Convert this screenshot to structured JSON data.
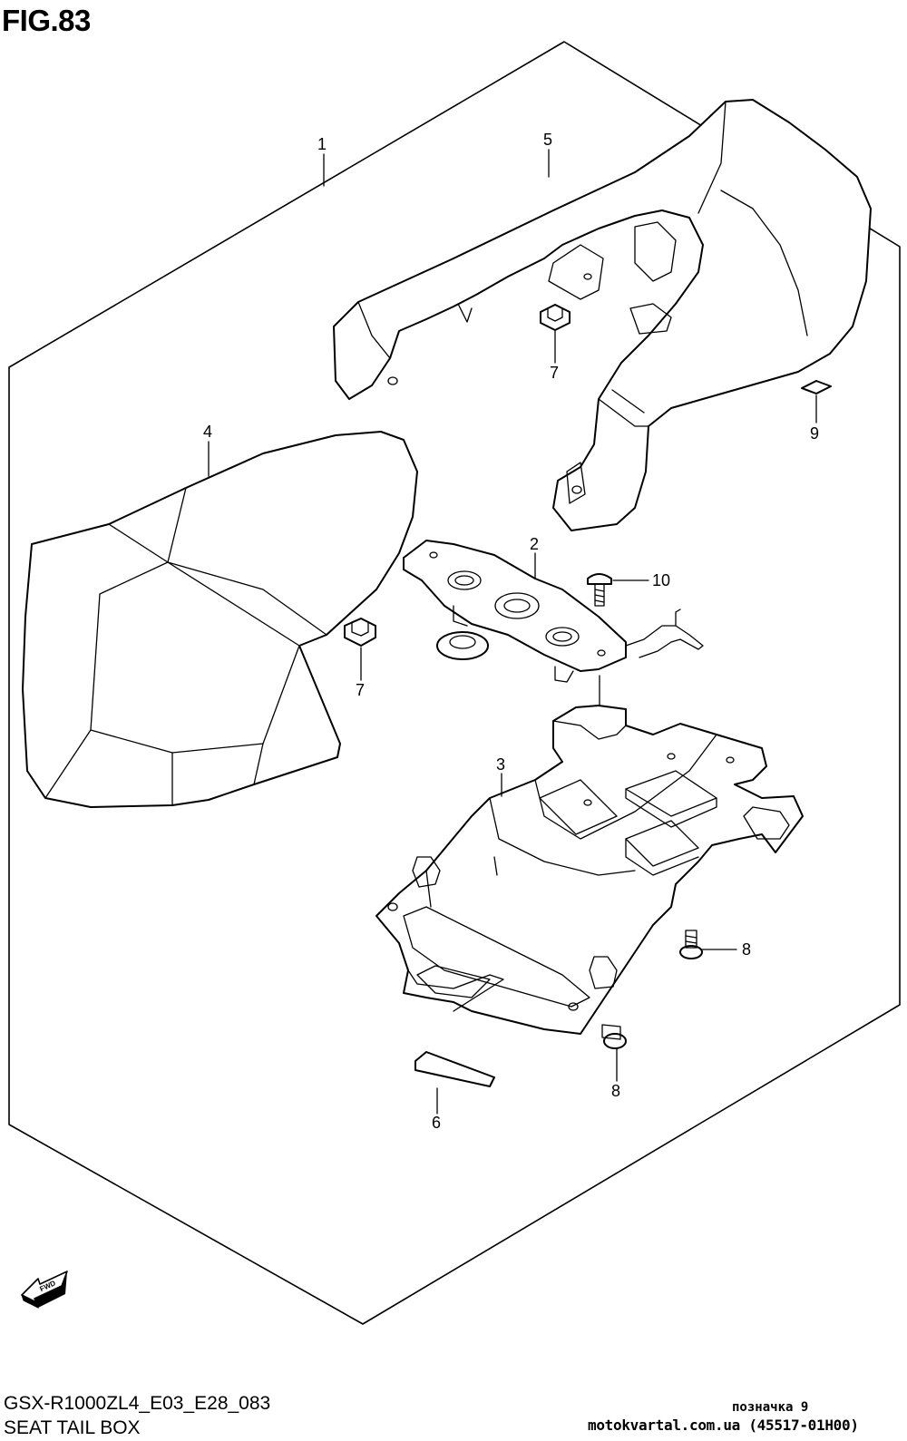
{
  "figure": {
    "title": "FIG.83",
    "model_code": "GSX-R1000ZL4_E03_E28_083",
    "section_name": "SEAT TAIL BOX"
  },
  "watermark": {
    "line1": "позначка 9",
    "line2": "motokvartal.com.ua (45517-01H00)"
  },
  "orientation": {
    "icon": "fwd-arrow-icon",
    "label": "FWD"
  },
  "callouts": [
    {
      "id": "1",
      "label": "1",
      "part": "seat tail box kit (assembly bracket)"
    },
    {
      "id": "2",
      "label": "2",
      "part": "seat tail plate"
    },
    {
      "id": "3",
      "label": "3",
      "part": "seat tail frame"
    },
    {
      "id": "4",
      "label": "4",
      "part": "seat cover"
    },
    {
      "id": "5",
      "label": "5",
      "part": "seat tail cowl"
    },
    {
      "id": "6",
      "label": "6",
      "part": "cushion pad"
    },
    {
      "id": "7a",
      "label": "7",
      "part": "clip nut (upper)"
    },
    {
      "id": "7b",
      "label": "7",
      "part": "clip nut (lower)"
    },
    {
      "id": "8a",
      "label": "8",
      "part": "bolt (right)"
    },
    {
      "id": "8b",
      "label": "8",
      "part": "bolt (lower)"
    },
    {
      "id": "9",
      "label": "9",
      "part": "cushion"
    },
    {
      "id": "10",
      "label": "10",
      "part": "screw"
    }
  ]
}
